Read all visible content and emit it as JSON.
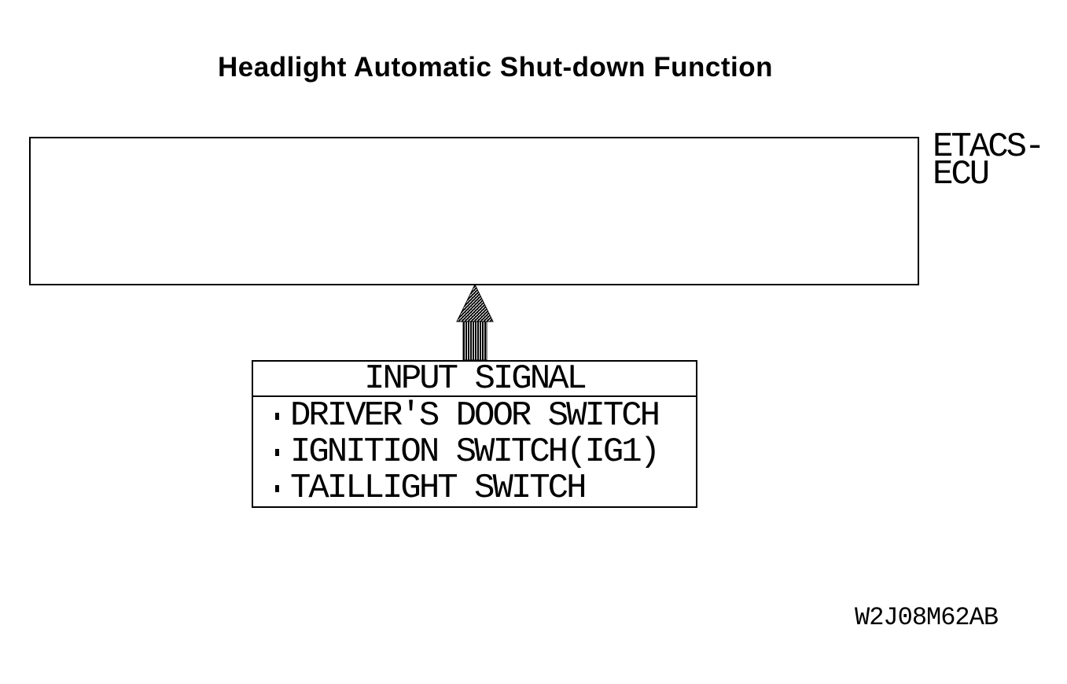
{
  "title": "Headlight Automatic Shut-down Function",
  "diagram": {
    "ecu_label": [
      "ETACS-",
      "ECU"
    ],
    "input_box": {
      "header": "INPUT SIGNAL",
      "items": [
        "DRIVER'S DOOR SWITCH",
        "IGNITION SWITCH(IG1)",
        "TAILLIGHT SWITCH"
      ]
    },
    "arrow_direction": "up",
    "drawing_code": "W2J08M62AB"
  },
  "colors": {
    "ink": "#000000",
    "background": "#ffffff"
  }
}
